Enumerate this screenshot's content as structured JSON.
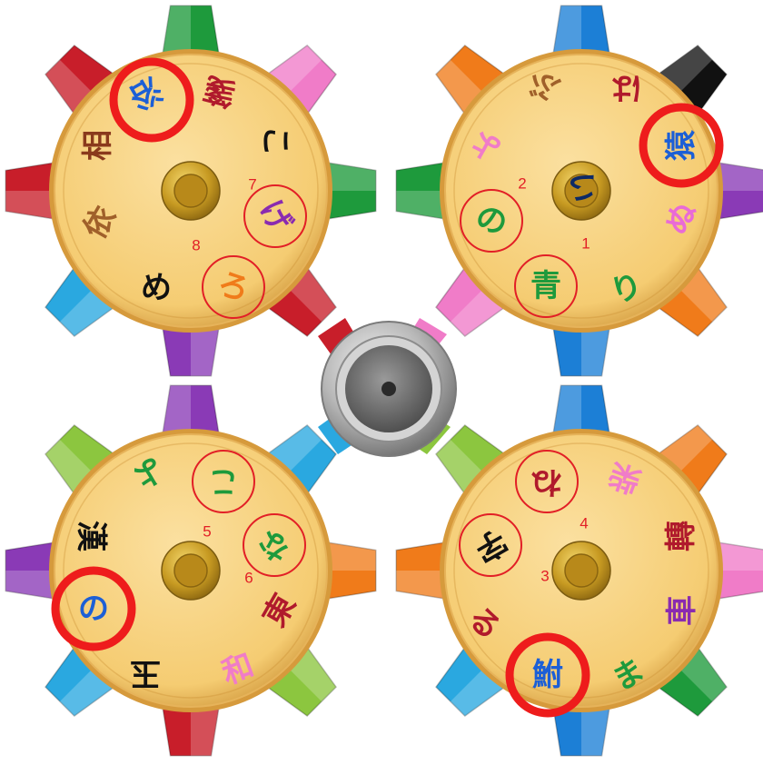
{
  "colors": {
    "disc_face": "#f8d27c",
    "disc_rim": "#d69a3c",
    "thin_circle": "#e21f26",
    "thick_circle": "#ee1c1c",
    "number_color": "#e21f26",
    "hub_gold": "#b8891a"
  },
  "gears": [
    {
      "id": "top-left",
      "tooth_colors": [
        "#1e9a3c",
        "#f07cc8",
        "#1e9a3c",
        "#c81e2a",
        "#8a3ab6",
        "#2aa8e0",
        "#c81e2a",
        "#c81e2a"
      ],
      "chars": [
        {
          "text": "浴",
          "color": "#1c5fd6",
          "rot": 150
        },
        {
          "text": "箋",
          "color": "#b01a2c",
          "rot": 195
        },
        {
          "text": "こ",
          "color": "#111111",
          "rot": 90
        },
        {
          "text": "げ",
          "color": "#8a2bb0",
          "rot": 60
        },
        {
          "text": "ろ",
          "color": "#f07b1a",
          "rot": 20
        },
        {
          "text": "め",
          "color": "#111111",
          "rot": 0
        },
        {
          "text": "依",
          "color": "#a0602a",
          "rot": -60
        },
        {
          "text": "相",
          "color": "#8a3a1c",
          "rot": -90
        }
      ],
      "numbers": [
        "7",
        "8"
      ]
    },
    {
      "id": "top-right",
      "tooth_colors": [
        "#1c7fd6",
        "#111111",
        "#8a3ab6",
        "#f07b1a",
        "#1c7fd6",
        "#f07cc8",
        "#1e9a3c",
        "#f07b1a"
      ],
      "chars": [
        {
          "text": "は",
          "color": "#b01a2c",
          "rot": 180
        },
        {
          "text": "ぶ",
          "color": "#a0602a",
          "rot": 190
        },
        {
          "text": "よ",
          "color": "#f07cc8",
          "rot": 210
        },
        {
          "text": "猿",
          "color": "#1c5fd6",
          "rot": -90
        },
        {
          "text": "ぬ",
          "color": "#e96bd6",
          "rot": -60
        },
        {
          "text": "り",
          "color": "#1e9a3c",
          "rot": -20
        },
        {
          "text": "青",
          "color": "#1e9a3c",
          "rot": 0
        },
        {
          "text": "の",
          "color": "#1e9a3c",
          "rot": 20
        },
        {
          "text": "い",
          "color": "#0d2a66",
          "rot": 90
        }
      ],
      "numbers": [
        "2",
        "1"
      ]
    },
    {
      "id": "bottom-left",
      "tooth_colors": [
        "#8a3ab6",
        "#2aa8e0",
        "#f07b1a",
        "#8cc63f",
        "#c81e2a",
        "#2aa8e0",
        "#8a3ab6",
        "#8cc63f"
      ],
      "chars": [
        {
          "text": "よ",
          "color": "#1e9a3c",
          "rot": 150
        },
        {
          "text": "こ",
          "color": "#1e9a3c",
          "rot": 180
        },
        {
          "text": "な",
          "color": "#1e9a3c",
          "rot": 210
        },
        {
          "text": "東",
          "color": "#b01a2c",
          "rot": -60
        },
        {
          "text": "和",
          "color": "#f07cc8",
          "rot": -20
        },
        {
          "text": "玉",
          "color": "#111111",
          "rot": 180
        },
        {
          "text": "の",
          "color": "#1c5fd6",
          "rot": 0
        },
        {
          "text": "漢",
          "color": "#111111",
          "rot": 90
        }
      ],
      "numbers": [
        "5",
        "6"
      ]
    },
    {
      "id": "bottom-right",
      "tooth_colors": [
        "#1c7fd6",
        "#f07b1a",
        "#f07cc8",
        "#1e9a3c",
        "#1c7fd6",
        "#2aa8e0",
        "#f07b1a",
        "#8cc63f"
      ],
      "chars": [
        {
          "text": "ね",
          "color": "#b01a2c",
          "rot": 180
        },
        {
          "text": "柴",
          "color": "#f07cc8",
          "rot": 200
        },
        {
          "text": "轉",
          "color": "#b01a2c",
          "rot": -90
        },
        {
          "text": "車",
          "color": "#8a2bb0",
          "rot": -90
        },
        {
          "text": "ま",
          "color": "#1e9a3c",
          "rot": -30
        },
        {
          "text": "鮒",
          "color": "#1c5fd6",
          "rot": 0
        },
        {
          "text": "る",
          "color": "#b01a2c",
          "rot": 45
        },
        {
          "text": "字",
          "color": "#111111",
          "rot": 150
        }
      ],
      "numbers": [
        "4",
        "3"
      ]
    }
  ]
}
